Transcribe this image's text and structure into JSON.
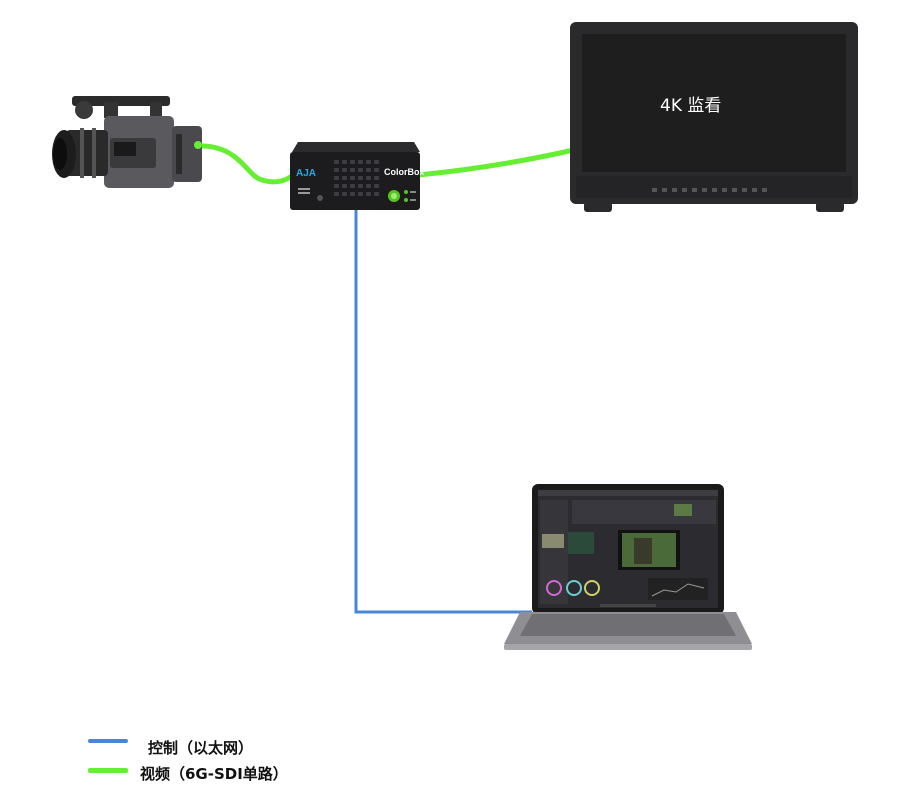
{
  "devices": {
    "colorbox": {
      "brand": "AJA",
      "model": "ColorBox"
    },
    "monitor": {
      "screen_label": "4K 监看"
    }
  },
  "legend": {
    "control": {
      "label": "控制（以太网）",
      "color": "#4a86d8"
    },
    "video": {
      "label": "视频（6G-SDI单路）",
      "color": "#66ee33"
    }
  },
  "colors": {
    "video_cable": "#66ee33",
    "control_cable": "#4a86d8",
    "device_body": "#1c1c1e",
    "aja_accent": "#27a9e1"
  }
}
